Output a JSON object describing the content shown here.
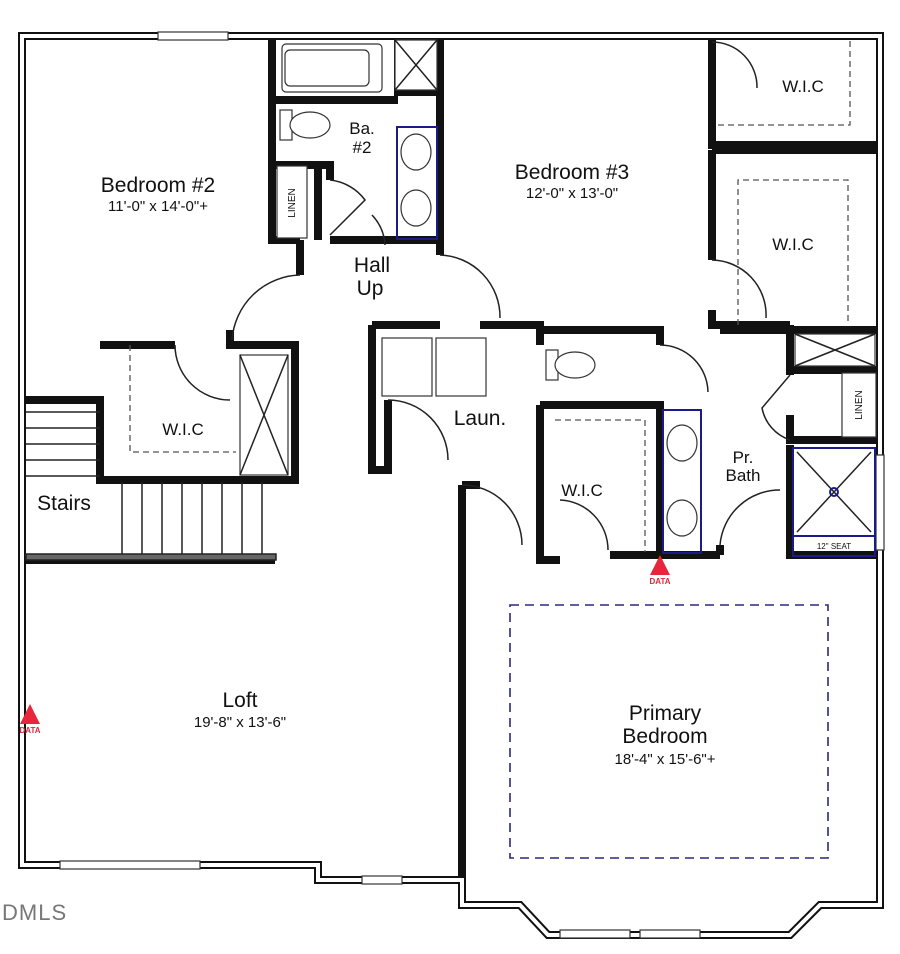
{
  "rooms": {
    "bedroom2": {
      "name": "Bedroom #2",
      "dims": "11'-0\" x 14'-0\"+"
    },
    "bath2": {
      "line1": "Ba.",
      "line2": "#2"
    },
    "hall": {
      "line1": "Hall",
      "line2": "Up"
    },
    "bedroom3": {
      "name": "Bedroom #3",
      "dims": "12'-0\" x 13'-0\""
    },
    "wic_bed3_top": "W.I.C",
    "wic_bed3_mid": "W.I.C",
    "wic_bed2": "W.I.C",
    "laundry": "Laun.",
    "stairs": "Stairs",
    "wic_primary": "W.I.C",
    "primary_bath": {
      "line1": "Pr.",
      "line2": "Bath"
    },
    "linen_hall": "LINEN",
    "linen_bath": "LINEN",
    "seat": "12\" SEAT",
    "loft": {
      "name": "Loft",
      "dims": "19'-8\" x 13'-6\""
    },
    "primary_bedroom": {
      "line1": "Primary",
      "line2": "Bedroom",
      "dims": "18'-4\" x 15'-6\"+"
    }
  },
  "markers": {
    "data_label": "DATA",
    "color": "#e8253a"
  },
  "watermark": "DMLS",
  "colors": {
    "walls": "#111111",
    "fixtures_blue": "#1a1a8c"
  }
}
